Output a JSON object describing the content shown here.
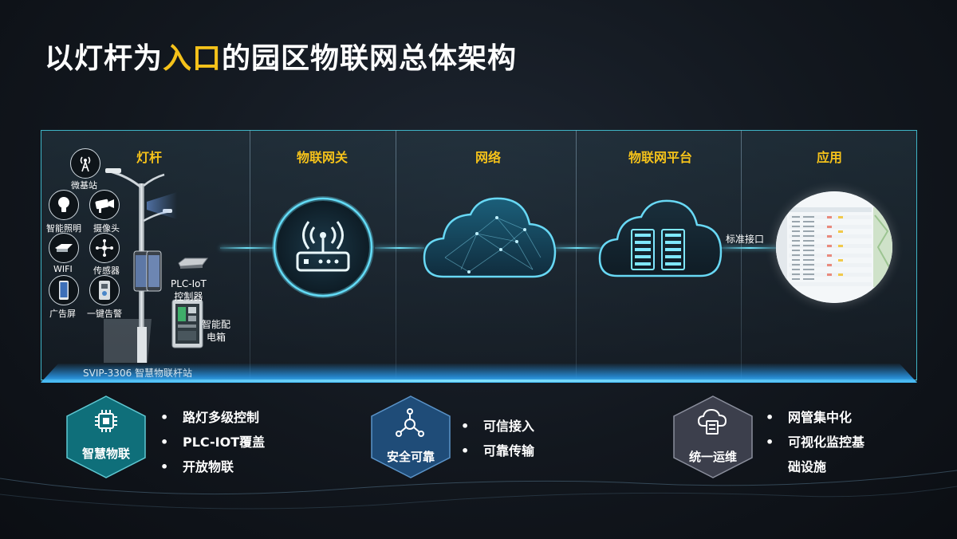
{
  "title": {
    "prefix": "以灯杆为",
    "highlight": "入口",
    "suffix": "的园区物联网总体架构"
  },
  "columns": [
    "灯杆",
    "物联网关",
    "网络",
    "物联网平台",
    "应用"
  ],
  "lamp_devices": [
    {
      "label": "微基站",
      "icon": "antenna-icon"
    },
    {
      "label": "智能照明",
      "icon": "bulb-icon"
    },
    {
      "label": "摄像头",
      "icon": "camera-icon"
    },
    {
      "label": "WIFI",
      "icon": "router-icon"
    },
    {
      "label": "传感器",
      "icon": "sensor-icon"
    },
    {
      "label": "广告屏",
      "icon": "screen-icon"
    },
    {
      "label": "一键告警",
      "icon": "alarm-icon"
    }
  ],
  "plc_controller": {
    "line1": "PLC-IoT",
    "line2": "控制器"
  },
  "distribution_box": {
    "line1": "智能配",
    "line2": "电箱"
  },
  "station_label": "SVIP-3306 智慧物联杆站",
  "interface_label": "标准接口",
  "features": [
    {
      "label": "智慧物联",
      "icon": "chip-icon",
      "bullets": [
        "路灯多级控制",
        "PLC-IOT覆盖",
        "开放物联"
      ]
    },
    {
      "label": "安全可靠",
      "icon": "network-node-icon",
      "bullets": [
        "可信接入",
        "可靠传输"
      ]
    },
    {
      "label": "统一运维",
      "icon": "cloud-server-icon",
      "bullets": [
        "网管集中化",
        "可视化监控基",
        "础设施"
      ]
    }
  ],
  "colors": {
    "accent": "#f5c21a",
    "frame": "#3fb4c6",
    "glow": "#6fe1f7",
    "hex_teal": "#0f6f7a",
    "hex_blue": "#1f4c78",
    "hex_gray": "#3c3f4c"
  }
}
